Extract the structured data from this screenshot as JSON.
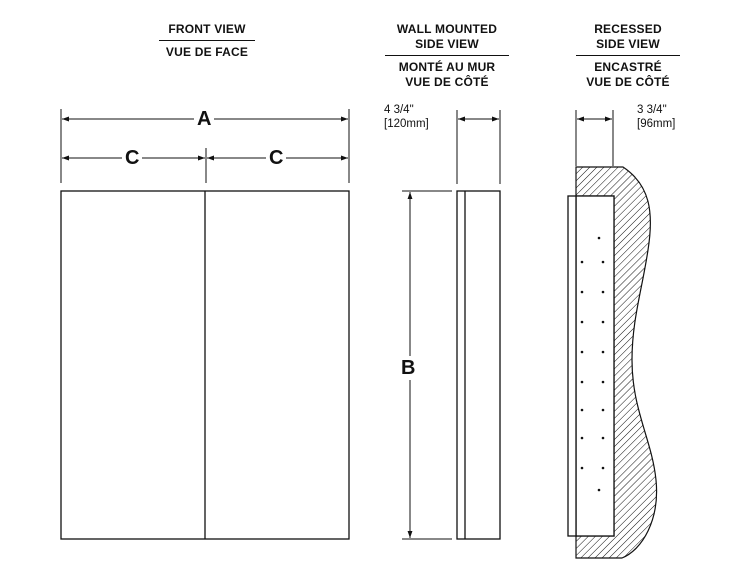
{
  "front_view": {
    "title_en": "FRONT VIEW",
    "title_fr": "VUE DE FACE"
  },
  "wall_side_view": {
    "title_en_line1": "WALL MOUNTED",
    "title_en_line2": "SIDE VIEW",
    "title_fr_line1": "MONTÉ AU MUR",
    "title_fr_line2": "VUE DE CÔTÉ",
    "depth_in": "4 3/4\"",
    "depth_mm": "[120mm]"
  },
  "recessed_side_view": {
    "title_en_line1": "RECESSED",
    "title_en_line2": "SIDE VIEW",
    "title_fr_line1": "ENCASTRÉ",
    "title_fr_line2": "VUE DE CÔTÉ",
    "depth_in": "3 3/4\"",
    "depth_mm": "[96mm]"
  },
  "dimension_labels": {
    "width": "A",
    "half_width": "C",
    "height": "B"
  },
  "colors": {
    "line": "#111111",
    "background": "#ffffff"
  }
}
